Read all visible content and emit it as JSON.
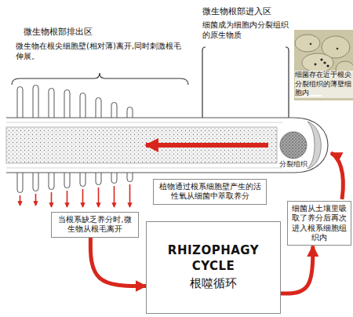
{
  "diagram": {
    "nodes": [
      {
        "text": [
          "植物通过根系细胞壁产生的活性氧从细菌中萃取养分"
        ]
      },
      {
        "text": [
          "当根系缺乏养分时,微生物从根毛离开"
        ]
      },
      {
        "text": [
          "RHIZOPHAGY CYCLE",
          "根噬循环"
        ]
      },
      {
        "text": [
          "细菌从土壤里吸取了养分后再次进入根系细胞组织内"
        ]
      }
    ],
    "edges": [
      {
        "from": 1,
        "to": 2,
        "arrow": "to"
      },
      {
        "from": 2,
        "to": 3,
        "arrow": "to"
      }
    ],
    "labels": [
      "微生物根部排出区",
      "微生物在根尖细胞壁(相对薄)离开,同时刺激根毛伸展。",
      "微生物根部进入区",
      "细菌成为细胞内分裂组织的原生物质",
      "细菌存在近于根尖分裂组织的薄壁细胞内",
      "分裂组织"
    ]
  }
}
